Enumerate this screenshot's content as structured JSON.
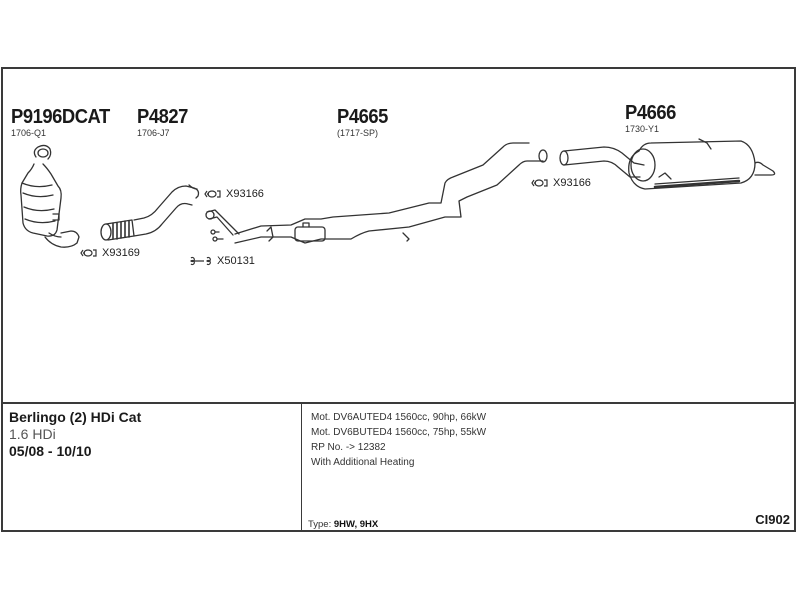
{
  "parts": [
    {
      "number": "P9196DCAT",
      "ref": "1706-Q1",
      "component": "diesel particulate filter / catalytic converter"
    },
    {
      "number": "P4827",
      "ref": "1706-J7",
      "component": "front flexible pipe"
    },
    {
      "number": "P4665",
      "ref": "(1717-SP)",
      "component": "middle pipe with silencer"
    },
    {
      "number": "P4666",
      "ref": "1730-Y1",
      "component": "rear silencer"
    }
  ],
  "fittings": [
    {
      "code": "X93169",
      "icon": "clamp-icon"
    },
    {
      "code": "X93166",
      "icon": "clamp-icon"
    },
    {
      "code": "X50131",
      "icon": "bolt-spring-icon"
    },
    {
      "code": "X93166",
      "icon": "clamp-icon"
    }
  ],
  "vehicle": {
    "name": "Berlingo (2) HDi Cat",
    "engine": "1.6 HDi",
    "years": "05/08 - 10/10"
  },
  "notes": [
    "Mot. DV6AUTED4 1560cc, 90hp, 66kW",
    "Mot. DV6BUTED4 1560cc, 75hp, 55kW",
    "RP No. -> 12382",
    "With Additional Heating"
  ],
  "type": {
    "label": "Type:",
    "value": "9HW, 9HX"
  },
  "diagram_code": "CI902"
}
